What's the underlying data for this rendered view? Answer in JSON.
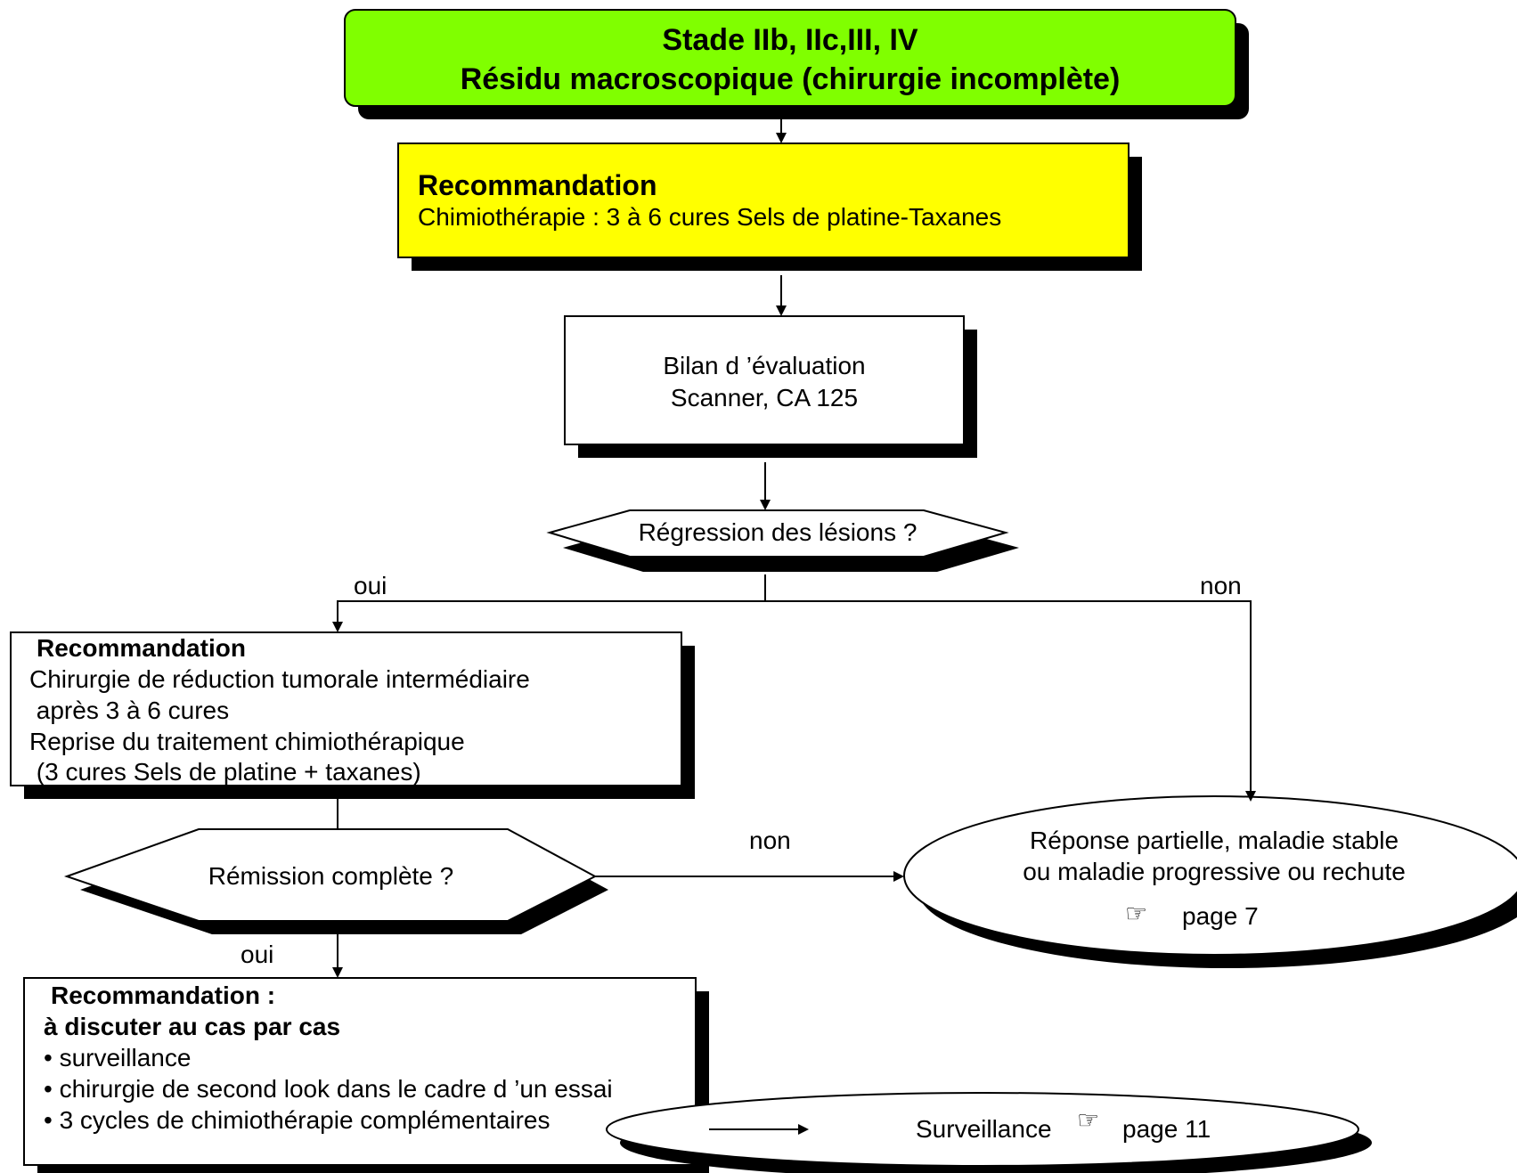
{
  "colors": {
    "green": "#80ff00",
    "yellow": "#ffff00",
    "shadow": "#000000",
    "line": "#000000"
  },
  "start": {
    "line1": "Stade IIb, IIc,III, IV",
    "line2": "Résidu macroscopique (chirurgie incomplète)"
  },
  "reco1": {
    "title": "Recommandation",
    "text": "Chimiothérapie : 3 à 6 cures  Sels de platine-Taxanes"
  },
  "bilan": {
    "line1": "Bilan d ’évaluation",
    "line2": "Scanner, CA 125"
  },
  "decision1": {
    "label": "Régression des lésions ?",
    "yes": "oui",
    "no": "non"
  },
  "reco2": {
    "title": "Recommandation",
    "lines": [
      "Chirurgie de réduction tumorale intermédiaire",
      " après 3 à 6 cures",
      "Reprise du traitement chimiothérapique",
      " (3 cures Sels de platine + taxanes)"
    ]
  },
  "decision2": {
    "label": "Rémission complète ?",
    "yes": "oui",
    "no": "non"
  },
  "partial": {
    "line1": "Réponse partielle, maladie stable",
    "line2": "ou maladie progressive ou rechute",
    "ref_icon": "pointing-hand-icon",
    "ref": "page 7"
  },
  "reco3": {
    "title": "Recommandation :",
    "subtitle": "à discuter au cas par cas",
    "bullets": [
      "• surveillance",
      "• chirurgie de second look dans le cadre d ’un essai",
      "• 3 cycles de chimiothérapie complémentaires"
    ]
  },
  "surveillance": {
    "label": "Surveillance",
    "ref_icon": "pointing-hand-icon",
    "ref": "page 11"
  }
}
